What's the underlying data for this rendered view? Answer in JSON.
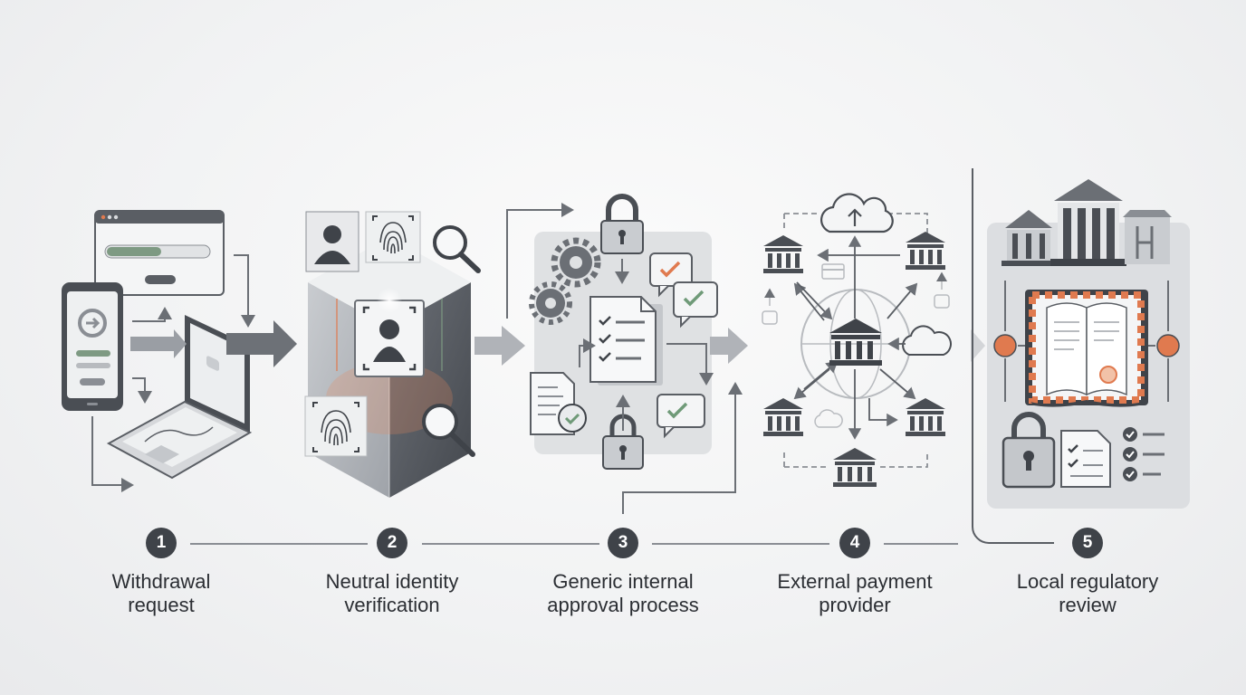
{
  "steps": [
    {
      "number": "1",
      "line1": "Withdrawal",
      "line2": "request"
    },
    {
      "number": "2",
      "line1": "Neutral identity",
      "line2": "verification"
    },
    {
      "number": "3",
      "line1": "Generic internal",
      "line2": "approval process"
    },
    {
      "number": "4",
      "line1": "External payment",
      "line2": "provider"
    },
    {
      "number": "5",
      "line1": "Local regulatory",
      "line2": "review"
    }
  ],
  "colors": {
    "dark": "#3f4349",
    "mid": "#8a8e94",
    "light": "#d8dadd",
    "accent_orange": "#e07a4f",
    "accent_green": "#6f9a78"
  },
  "icons": {
    "stage1": [
      "browser-window-icon",
      "smartphone-icon",
      "laptop-icon"
    ],
    "stage2": [
      "portrait-icon",
      "fingerprint-icon",
      "magnifier-icon",
      "face-scan-icon"
    ],
    "stage3": [
      "padlock-icon",
      "gear-icon",
      "document-checklist-icon",
      "chat-check-icon"
    ],
    "stage4": [
      "cloud-icon",
      "bank-icon",
      "card-icon"
    ],
    "stage5": [
      "courthouse-icon",
      "book-icon",
      "padlock-icon",
      "checklist-icon"
    ]
  }
}
